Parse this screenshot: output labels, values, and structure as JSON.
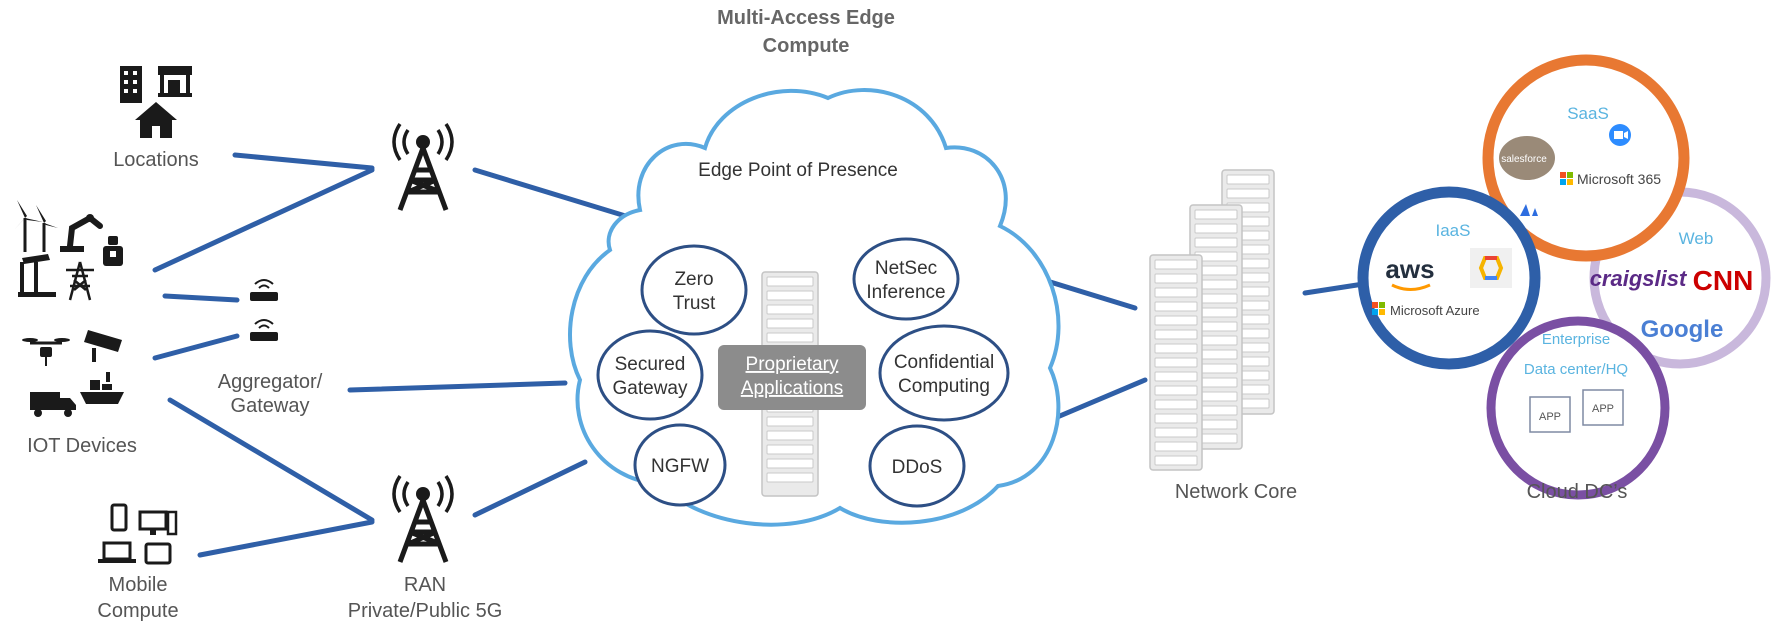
{
  "title_line1": "Multi-Access Edge",
  "title_line2": "Compute",
  "locations_label": "Locations",
  "iot_label": "IOT Devices",
  "aggregator_line1": "Aggregator/",
  "aggregator_line2": "Gateway",
  "mobile_line1": "Mobile",
  "mobile_line2": "Compute",
  "ran_line1": "RAN",
  "ran_line2": "Private/Public 5G",
  "cloud_label": "Edge Point of Presence",
  "functions": {
    "zero_trust": [
      "Zero",
      "Trust"
    ],
    "secured_gateway": [
      "Secured",
      "Gateway"
    ],
    "ngfw": [
      "NGFW"
    ],
    "netsec": [
      "NetSec",
      "Inference"
    ],
    "confidential": [
      "Confidential",
      "Computing"
    ],
    "ddos": [
      "DDoS"
    ]
  },
  "proprietary_line1": "Proprietary",
  "proprietary_line2": "Applications",
  "network_core_label": "Network Core",
  "cloud_dcs_label": "Cloud DC’s",
  "saas": {
    "label": "SaaS",
    "salesforce": "salesforce",
    "zoom": "zoom",
    "microsoft365": "Microsoft 365",
    "color": "#e87832"
  },
  "iaas": {
    "label": "IaaS",
    "aws": "aws",
    "azure": "Microsoft Azure",
    "color": "#2e5fa8"
  },
  "web": {
    "label": "Web",
    "craigslist": "craigslist",
    "cnn": "CNN",
    "google": "Google",
    "color": "#c9b8dc"
  },
  "enterprise": {
    "label": "Enterprise",
    "sublabel": "Data center/HQ",
    "app1": "APP",
    "app2": "APP",
    "color": "#7a4fa3"
  },
  "colors": {
    "link": "#2f5fa7",
    "cloud_outline": "#5aa9e0",
    "circle_outline": "#2d4f85",
    "proprietary_fill": "#8c8c8c"
  },
  "icons": [
    "building-icon",
    "store-icon",
    "house-icon",
    "wind-turbine-icon",
    "robot-arm-icon",
    "robot-icon",
    "oil-pump-icon",
    "power-tower-icon",
    "drone-icon",
    "camera-icon",
    "truck-icon",
    "ship-icon",
    "router-icon",
    "cell-tower-icon",
    "phone-icon",
    "desktop-icon",
    "laptop-icon",
    "tablet-icon",
    "server-rack-icon"
  ]
}
